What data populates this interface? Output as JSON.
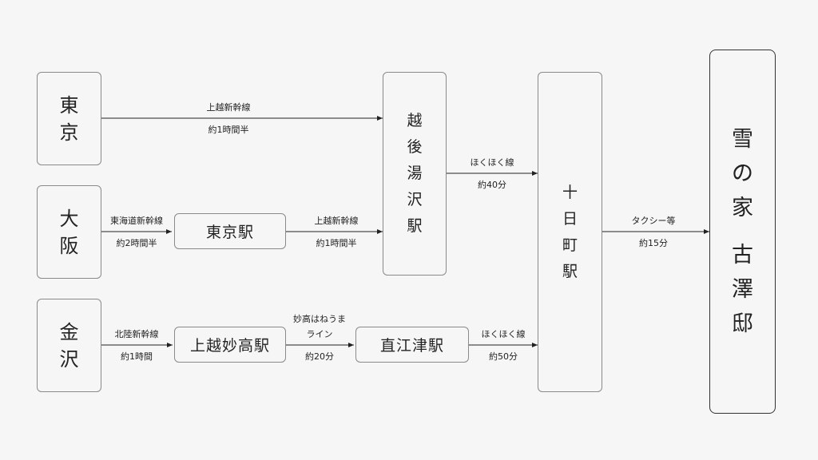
{
  "nodes": {
    "tokyo": "東京",
    "osaka": "大阪",
    "kanazawa": "金沢",
    "tokyo_station": "東京駅",
    "joetsu_myoko_station": "上越妙高駅",
    "naoetsu_station": "直江津駅",
    "echigo_yuzawa_station": "越後湯沢駅",
    "tokamachi_station": "十日町駅",
    "destination": "雪の家",
    "destination_name": "古澤邸"
  },
  "edges": {
    "tokyo_to_yuzawa": {
      "line": "上越新幹線",
      "time": "約1時間半"
    },
    "osaka_to_tokyo_station": {
      "line": "東海道新幹線",
      "time": "約2時間半"
    },
    "tokyo_station_to_yuzawa": {
      "line": "上越新幹線",
      "time": "約1時間半"
    },
    "yuzawa_to_tokamachi": {
      "line": "ほくほく線",
      "time": "約40分"
    },
    "kanazawa_to_joetsu_myoko": {
      "line": "北陸新幹線",
      "time": "約1時間"
    },
    "joetsu_myoko_to_naoetsu": {
      "line": "妙高はねうま",
      "line2": "ライン",
      "time": "約20分"
    },
    "naoetsu_to_tokamachi": {
      "line": "ほくほく線",
      "time": "約50分"
    },
    "tokamachi_to_destination": {
      "line": "タクシー等",
      "time": "約15分"
    }
  }
}
